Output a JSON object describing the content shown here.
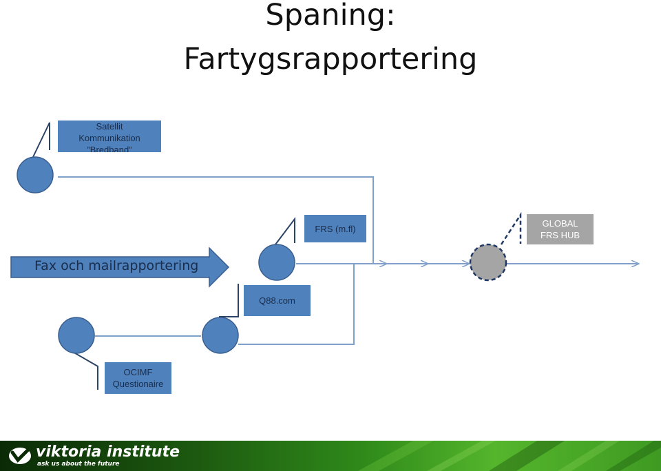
{
  "title": {
    "line1": "Spaning:",
    "line2": "Fartygsrapportering"
  },
  "boxes": {
    "satellit": {
      "line1": "Satellit",
      "line2": "Kommunikation",
      "line3": "”Bredband”"
    },
    "frs": "FRS (m.fl)",
    "global_hub": {
      "line1": "GLOBAL",
      "line2": "FRS HUB"
    },
    "q88": "Q88.com",
    "ocimf": {
      "line1": "OCIMF",
      "line2": "Questionaire"
    }
  },
  "fax_label": "Fax och mailrapportering",
  "footer": {
    "logo_name": "viktoria institute",
    "logo_tagline": "ask us about the future"
  },
  "colors": {
    "node_blue": "#4f81bd",
    "node_border": "#3a5f8e",
    "hub_grey": "#a5a5a5",
    "hub_dash": "#1f3864",
    "connector": "#7fa0c8",
    "footer_green": "#2f8a1a"
  }
}
